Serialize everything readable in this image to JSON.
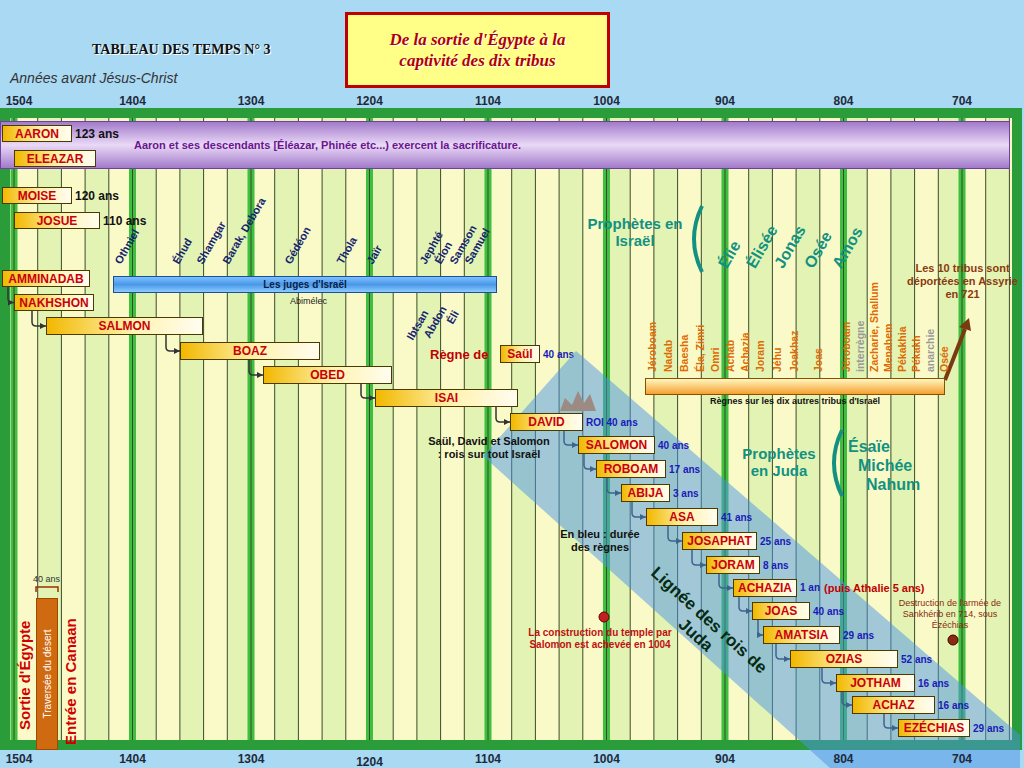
{
  "diagram": {
    "title": "De la sortie d'Égypte à la captivité des dix tribus",
    "nodes": [
      {
        "text": [
          "Aaron et ses descendants [Éléazar, Phinée etc...) exercent la sacrificature."
        ]
      },
      {
        "text": [
          "AARON",
          "123 ans"
        ]
      },
      {
        "text": [
          "ELEAZAR"
        ]
      },
      {
        "text": [
          "MOISE",
          "120 ans"
        ]
      },
      {
        "text": [
          "JOSUE",
          "110 ans"
        ]
      },
      {
        "text": [
          "Les juges d'Israël"
        ]
      },
      {
        "text": [
          "AMMINADAB"
        ]
      },
      {
        "text": [
          "NAKHSHON"
        ]
      },
      {
        "text": [
          "SALMON"
        ]
      },
      {
        "text": [
          "BOAZ"
        ]
      },
      {
        "text": [
          "OBED"
        ]
      },
      {
        "text": [
          "ISAI"
        ]
      },
      {
        "text": [
          "Saül",
          "40 ans"
        ]
      },
      {
        "text": [
          "Règnes sur les dix autres tribus d'Israël"
        ]
      },
      {
        "text": [
          "Lignée des rois de Juda",
          "En bleu : durée des règnes"
        ]
      },
      {
        "text": [
          "DAVID",
          "ROI 40 ans"
        ],
        "in": 14
      },
      {
        "text": [
          "SALOMON",
          "40 ans"
        ],
        "in": 14
      },
      {
        "text": [
          "ROBOAM",
          "17 ans"
        ],
        "in": 14
      },
      {
        "text": [
          "ABIJA",
          "3 ans"
        ],
        "in": 14
      },
      {
        "text": [
          "ASA",
          "41 ans"
        ],
        "in": 14
      },
      {
        "text": [
          "JOSAPHAT",
          "25 ans"
        ],
        "in": 14
      },
      {
        "text": [
          "JORAM",
          "8 ans"
        ],
        "in": 14
      },
      {
        "text": [
          "ACHAZIA",
          "1 an",
          "(puis Athalie 5 ans)"
        ],
        "in": 14
      },
      {
        "text": [
          "JOAS",
          "40 ans"
        ],
        "in": 14
      },
      {
        "text": [
          "AMATSIA",
          "29 ans"
        ],
        "in": 14
      },
      {
        "text": [
          "OZIAS",
          "52 ans"
        ],
        "in": 14
      },
      {
        "text": [
          "JOTHAM",
          "16 ans"
        ],
        "in": 14
      },
      {
        "text": [
          "ACHAZ",
          "16 ans"
        ],
        "in": 14
      },
      {
        "text": [
          "EZÉCHIAS",
          "29 ans"
        ],
        "in": 14
      },
      {
        "text": [
          "Traversée du désert"
        ]
      }
    ],
    "edges": [
      {
        "from": 1,
        "to": 2,
        "arrow": "to"
      },
      {
        "from": 6,
        "to": 7,
        "arrow": "to"
      },
      {
        "from": 7,
        "to": 8,
        "arrow": "to"
      },
      {
        "from": 8,
        "to": 9,
        "arrow": "to"
      },
      {
        "from": 9,
        "to": 10,
        "arrow": "to"
      },
      {
        "from": 10,
        "to": 11,
        "arrow": "to"
      },
      {
        "from": 11,
        "to": 15,
        "arrow": "to"
      },
      {
        "from": 15,
        "to": 16,
        "arrow": "to"
      },
      {
        "from": 16,
        "to": 17,
        "arrow": "to"
      },
      {
        "from": 17,
        "to": 18,
        "arrow": "to"
      },
      {
        "from": 18,
        "to": 19,
        "arrow": "to"
      },
      {
        "from": 19,
        "to": 20,
        "arrow": "to"
      },
      {
        "from": 20,
        "to": 21,
        "arrow": "to"
      },
      {
        "from": 21,
        "to": 22,
        "arrow": "to"
      },
      {
        "from": 22,
        "to": 23,
        "arrow": "to"
      },
      {
        "from": 23,
        "to": 24,
        "arrow": "to"
      },
      {
        "from": 24,
        "to": 25,
        "arrow": "to"
      },
      {
        "from": 25,
        "to": 26,
        "arrow": "to"
      },
      {
        "from": 26,
        "to": 27,
        "arrow": "to"
      },
      {
        "from": 27,
        "to": 28,
        "arrow": "to"
      }
    ],
    "labels": [
      "TABLEAU DES TEMPS N° 3",
      "Années avant Jésus-Christ",
      "1504",
      "1404",
      "1304",
      "1204",
      "1104",
      "1004",
      "904",
      "804",
      "704",
      "1504",
      "1404",
      "1304",
      "1204",
      "1104",
      "1004",
      "904",
      "804",
      "704",
      "Othniel",
      "Éhud",
      "Shamgar",
      "Barak, Debora",
      "Gédéon",
      "Thola",
      "Jaïr",
      "Jephté",
      "Élon",
      "Samson",
      "Samuel",
      "Ibtsan",
      "Abdon",
      "Éli",
      "Abimélec",
      "Prophètes en Israël",
      "Élie",
      "Élisée",
      "Jonas",
      "Osée",
      "Amos",
      "Jéroboam",
      "Nadab",
      "Baesha",
      "Éla, Zimri",
      "Omri",
      "Achab",
      "Achazia",
      "Joram",
      "Jéhu",
      "Joakhaz",
      "Joas",
      "Jéroboam",
      "interrègne",
      "Zacharie, Shallum",
      "Menahem",
      "Pékakhia",
      "Pékakh",
      "anarchie",
      "Osée",
      "Les 10 tribus sont déportées en Assyrie en 721",
      "Règne de",
      "Saül, David et Salomon : rois sur tout Israël",
      "Prophètes en Juda",
      "Ésaïe",
      "Michée",
      "Nahum",
      "La construction du temple par Salomon est achevée en 1004",
      "Destruction de l'armée de Sankhérib en 714, sous Ézéchias",
      "Sortie d'Égypte",
      "Entrée en Canaan",
      "40 ans"
    ]
  }
}
